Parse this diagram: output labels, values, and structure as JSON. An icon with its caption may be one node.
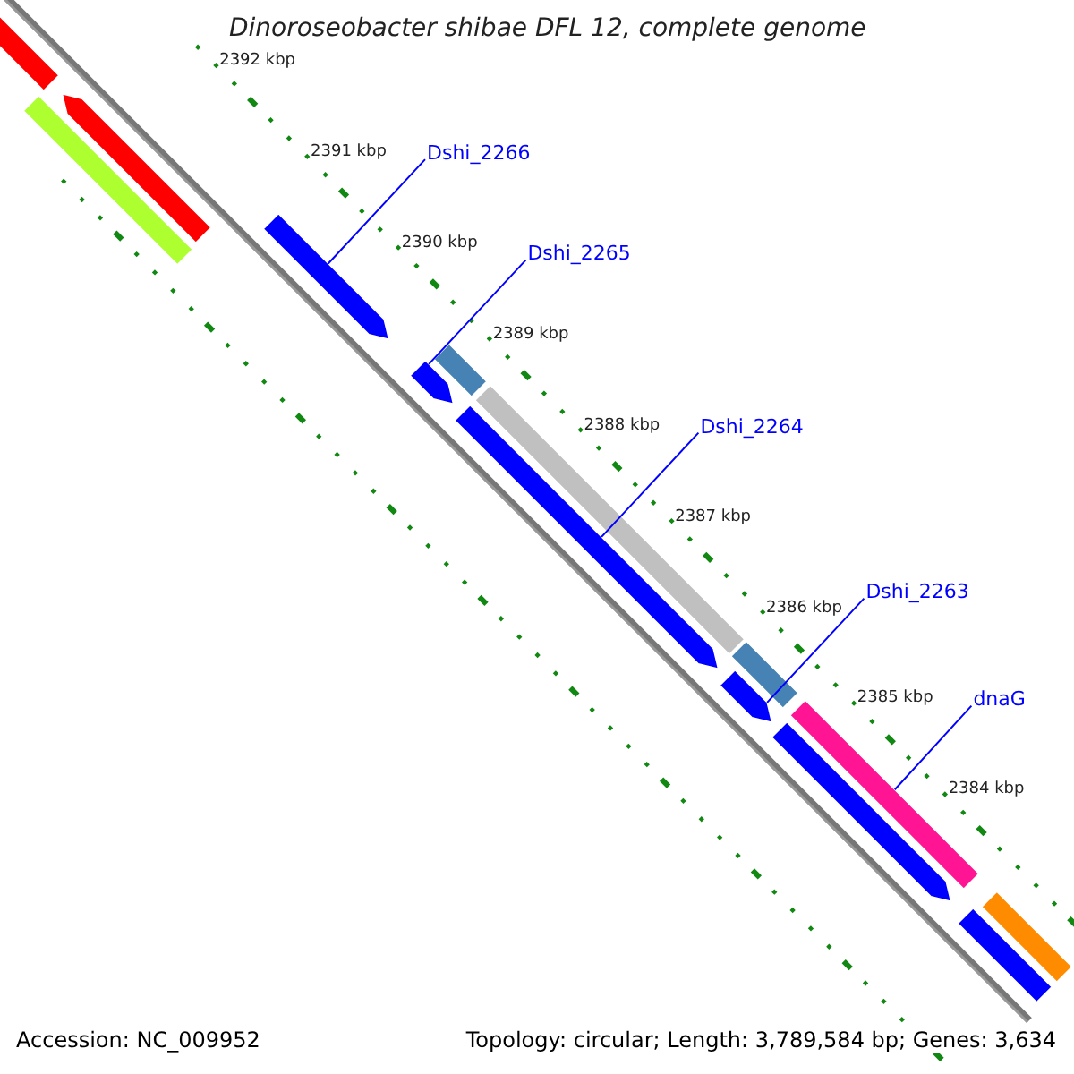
{
  "diagram": {
    "title": "Dinoroseobacter shibae DFL 12, complete genome",
    "nodes": [
      {
        "text": [
          "Dshi_2266"
        ]
      },
      {
        "text": [
          "Dshi_2265"
        ]
      },
      {
        "text": [
          "Dshi_2264"
        ]
      },
      {
        "text": [
          "Dshi_2263"
        ]
      },
      {
        "text": [
          "dnaG"
        ]
      },
      {
        "text": [],
        "shape": "arrow"
      },
      {
        "text": [],
        "shape": "arrow"
      },
      {
        "text": [],
        "shape": "arrow"
      },
      {
        "text": [],
        "shape": "arrow"
      },
      {
        "text": [],
        "shape": "bar"
      },
      {
        "text": [],
        "shape": "arrow"
      },
      {
        "text": [],
        "shape": "arrow"
      },
      {
        "text": [],
        "shape": "bar"
      },
      {
        "text": [],
        "shape": "bar"
      },
      {
        "text": [],
        "shape": "bar"
      },
      {
        "text": [],
        "shape": "bar"
      },
      {
        "text": [],
        "shape": "arrow"
      },
      {
        "text": [],
        "shape": "bar"
      },
      {
        "text": [],
        "shape": "bar"
      }
    ],
    "edges": [
      {
        "from": 0,
        "to": 5,
        "arrow": "none"
      },
      {
        "from": 1,
        "to": 6,
        "arrow": "none"
      },
      {
        "from": 2,
        "to": 7,
        "arrow": "none"
      },
      {
        "from": 3,
        "to": 8,
        "arrow": "none"
      },
      {
        "from": 4,
        "to": 9,
        "arrow": "none"
      }
    ],
    "labels": [
      "2392 kbp",
      "2391 kbp",
      "2390 kbp",
      "2389 kbp",
      "2388 kbp",
      "2387 kbp",
      "2386 kbp",
      "2385 kbp",
      "2384 kbp",
      "Accession: NC_009952",
      "Topology: circular; Length: 3,789,584 bp; Genes: 3,634"
    ]
  }
}
